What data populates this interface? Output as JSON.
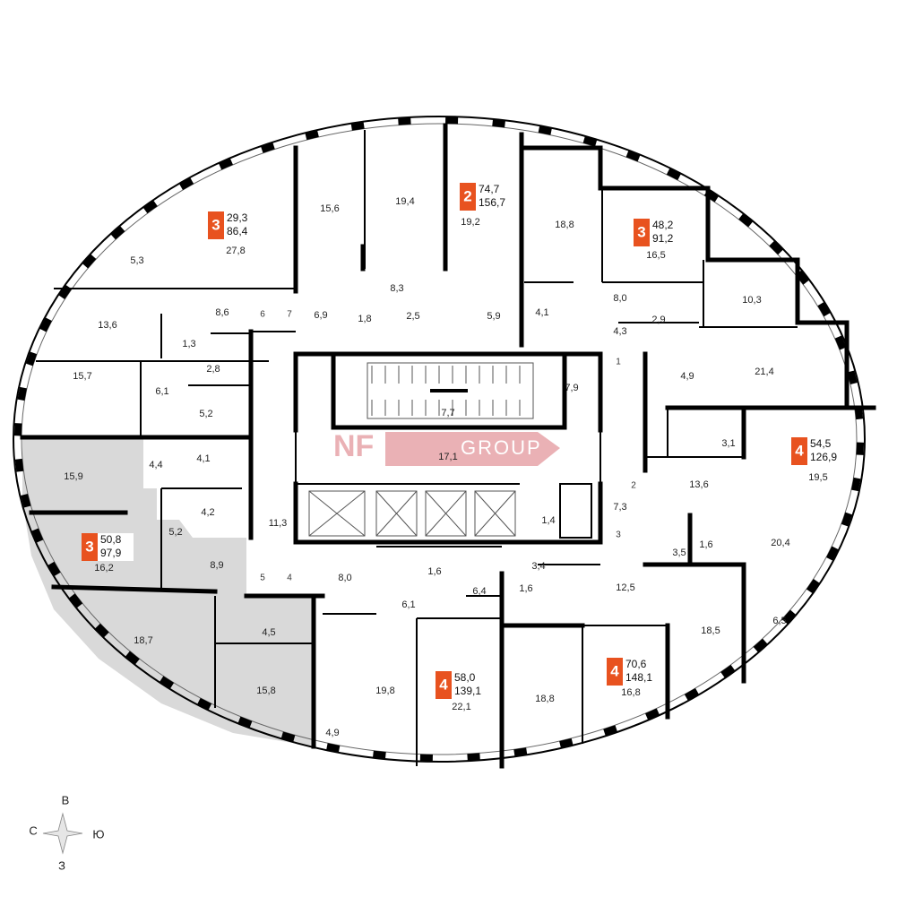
{
  "colors": {
    "accent": "#e8521f",
    "highlight_fill": "#d9d9d9",
    "logo_pink": "#e8a9ad",
    "wall": "#000000"
  },
  "logo": {
    "brand": "NF",
    "suffix": "GROUP"
  },
  "compass": {
    "north": "В",
    "west": "С",
    "east": "Ю",
    "south": "З"
  },
  "apartments": [
    {
      "id": "apt-a",
      "rooms": "3",
      "area_living": "29,3",
      "area_total": "86,4"
    },
    {
      "id": "apt-b",
      "rooms": "2",
      "area_living": "74,7",
      "area_total": "156,7"
    },
    {
      "id": "apt-c",
      "rooms": "3",
      "area_living": "48,2",
      "area_total": "91,2"
    },
    {
      "id": "apt-d",
      "rooms": "4",
      "area_living": "54,5",
      "area_total": "126,9"
    },
    {
      "id": "apt-e",
      "rooms": "3",
      "area_living": "50,8",
      "area_total": "97,9"
    },
    {
      "id": "apt-f",
      "rooms": "4",
      "area_living": "58,0",
      "area_total": "139,1"
    },
    {
      "id": "apt-g",
      "rooms": "4",
      "area_living": "70,6",
      "area_total": "148,1"
    }
  ],
  "rooms": [
    "5,3",
    "27,8",
    "15,6",
    "19,4",
    "19,2",
    "18,8",
    "16,5",
    "10,3",
    "13,6",
    "8,6",
    "6,9",
    "1,8",
    "8,3",
    "2,5",
    "5,9",
    "4,1",
    "8,0",
    "4,3",
    "2,9",
    "1,3",
    "2,8",
    "15,7",
    "6,1",
    "5,2",
    "21,4",
    "4,9",
    "7,9",
    "7,7",
    "17,1",
    "3,1",
    "15,9",
    "4,4",
    "4,1",
    "19,5",
    "4,2",
    "11,3",
    "1,4",
    "7,3",
    "13,6",
    "5,2",
    "8,9",
    "16,2",
    "1,6",
    "3,5",
    "20,4",
    "8,0",
    "1,6",
    "3,4",
    "6,4",
    "1,6",
    "12,5",
    "6,1",
    "18,7",
    "4,5",
    "6,5",
    "19,8",
    "22,1",
    "18,8",
    "16,8",
    "18,5",
    "15,8",
    "4,9"
  ],
  "door_markers": [
    "6",
    "7",
    "1",
    "2",
    "3",
    "5",
    "4"
  ]
}
